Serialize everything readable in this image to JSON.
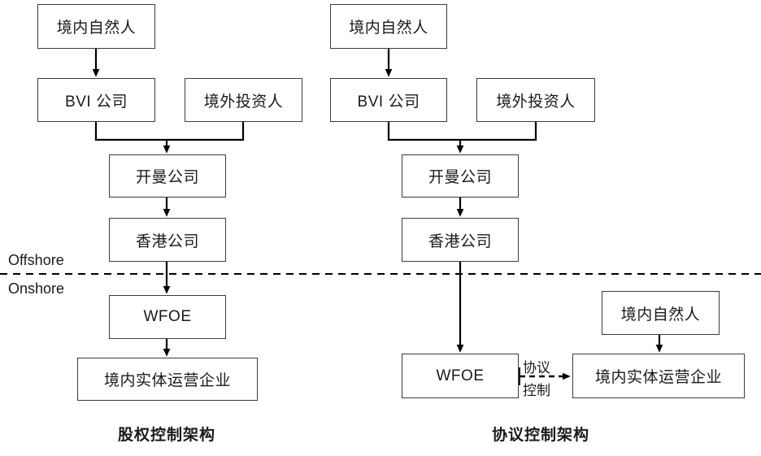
{
  "diagram": {
    "title_left": "股权控制架构",
    "title_right": "协议控制架构",
    "boundary": {
      "above_label": "Offshore",
      "below_label": "Onshore"
    },
    "relation_label": {
      "line1": "协议",
      "line2": "控制"
    },
    "colors": {
      "background": "#ffffff",
      "box_border": "#3c3c3c",
      "line": "#000000",
      "text": "#1a1a1a"
    },
    "left_structure": {
      "name": "股权控制架构",
      "nodes": [
        {
          "id": "l-domestic-person",
          "label": "境内自然人"
        },
        {
          "id": "l-bvi",
          "label": "BVI 公司"
        },
        {
          "id": "l-offshore-investor",
          "label": "境外投资人"
        },
        {
          "id": "l-cayman",
          "label": "开曼公司"
        },
        {
          "id": "l-hongkong",
          "label": "香港公司"
        },
        {
          "id": "l-wfoe",
          "label": "WFOE"
        },
        {
          "id": "l-opco",
          "label": "境内实体运营企业"
        }
      ],
      "edges": [
        {
          "from": "l-domestic-person",
          "to": "l-bvi",
          "style": "solid-arrow"
        },
        {
          "from": "l-bvi",
          "to": "l-cayman",
          "style": "solid-arrow"
        },
        {
          "from": "l-offshore-investor",
          "to": "l-cayman",
          "style": "solid-arrow"
        },
        {
          "from": "l-cayman",
          "to": "l-hongkong",
          "style": "solid-arrow"
        },
        {
          "from": "l-hongkong",
          "to": "l-wfoe",
          "style": "solid-arrow"
        },
        {
          "from": "l-wfoe",
          "to": "l-opco",
          "style": "solid-arrow"
        }
      ]
    },
    "right_structure": {
      "name": "协议控制架构",
      "nodes": [
        {
          "id": "r-domestic-person-top",
          "label": "境内自然人"
        },
        {
          "id": "r-bvi",
          "label": "BVI 公司"
        },
        {
          "id": "r-offshore-investor",
          "label": "境外投资人"
        },
        {
          "id": "r-cayman",
          "label": "开曼公司"
        },
        {
          "id": "r-hongkong",
          "label": "香港公司"
        },
        {
          "id": "r-wfoe",
          "label": "WFOE"
        },
        {
          "id": "r-domestic-person-bottom",
          "label": "境内自然人"
        },
        {
          "id": "r-opco",
          "label": "境内实体运营企业"
        }
      ],
      "edges": [
        {
          "from": "r-domestic-person-top",
          "to": "r-bvi",
          "style": "solid-arrow"
        },
        {
          "from": "r-bvi",
          "to": "r-cayman",
          "style": "solid-arrow"
        },
        {
          "from": "r-offshore-investor",
          "to": "r-cayman",
          "style": "solid-arrow"
        },
        {
          "from": "r-cayman",
          "to": "r-hongkong",
          "style": "solid-arrow"
        },
        {
          "from": "r-hongkong",
          "to": "r-wfoe",
          "style": "solid-arrow"
        },
        {
          "from": "r-domestic-person-bottom",
          "to": "r-opco",
          "style": "solid-arrow"
        },
        {
          "from": "r-wfoe",
          "to": "r-opco",
          "style": "dashed-arrow",
          "label": "协议控制"
        }
      ]
    }
  }
}
